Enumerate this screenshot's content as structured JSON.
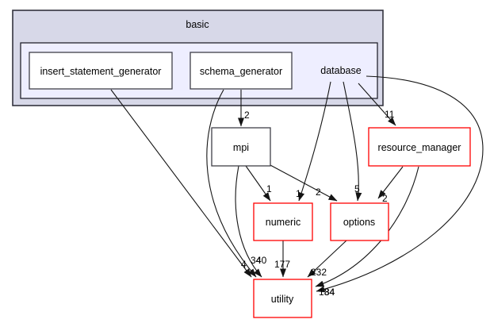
{
  "graph": {
    "parent_cluster_label": "basic",
    "current_dir": "database",
    "nodes": {
      "insert_statement_generator": {
        "label": "insert_statement_generator",
        "style": "dark-border"
      },
      "schema_generator": {
        "label": "schema_generator",
        "style": "dark-border"
      },
      "database": {
        "label": "database",
        "style": "plaintext"
      },
      "mpi": {
        "label": "mpi",
        "style": "dark-border"
      },
      "resource_manager": {
        "label": "resource_manager",
        "style": "red-border"
      },
      "numeric": {
        "label": "numeric",
        "style": "red-border"
      },
      "options": {
        "label": "options",
        "style": "red-border"
      },
      "utility": {
        "label": "utility",
        "style": "red-border"
      }
    },
    "edges": [
      {
        "from": "schema_generator",
        "to": "mpi",
        "label": "2"
      },
      {
        "from": "database",
        "to": "resource_manager",
        "label": "11"
      },
      {
        "from": "mpi",
        "to": "numeric",
        "label": "1"
      },
      {
        "from": "database",
        "to": "numeric",
        "label": "1"
      },
      {
        "from": "mpi",
        "to": "options",
        "label": "2"
      },
      {
        "from": "database",
        "to": "options",
        "label": "5"
      },
      {
        "from": "resource_manager",
        "to": "options",
        "label": "2"
      },
      {
        "from": "insert_statement_generator",
        "to": "utility",
        "label": "4"
      },
      {
        "from": "schema_generator",
        "to": "utility",
        "label": "34"
      },
      {
        "from": "mpi",
        "to": "utility",
        "label": "40"
      },
      {
        "from": "numeric",
        "to": "utility",
        "label": "177"
      },
      {
        "from": "options",
        "to": "utility",
        "label": "232"
      },
      {
        "from": "resource_manager",
        "to": "utility",
        "label": "134"
      },
      {
        "from": "database",
        "to": "utility",
        "label": "84"
      }
    ],
    "colors": {
      "cluster_outer_fill": "#d7d8e8",
      "cluster_outer_stroke": "#33333f",
      "cluster_inner_fill": "#eeeeff",
      "cluster_inner_stroke": "#15151f",
      "node_border_dark": "#404049",
      "node_border_red": "#ff0000",
      "edge_color": "#141414"
    }
  }
}
